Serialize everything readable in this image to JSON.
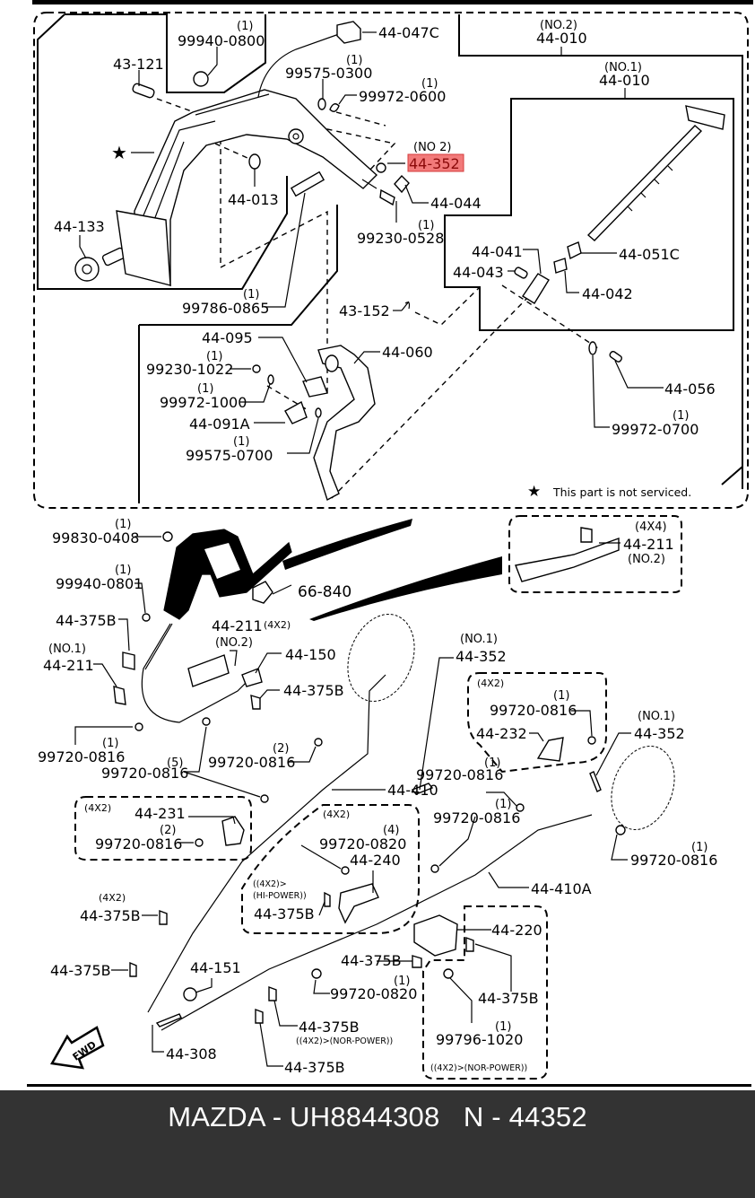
{
  "footer": {
    "brand": "MAZDA",
    "part_number": "UH8844308",
    "ref_code": "N - 44352",
    "caption": "MAZDA - UH8844308   N - 44352"
  },
  "highlight": {
    "label": "44-352",
    "qualifier": "(NO 2)",
    "color": "#f27a7a"
  },
  "note": {
    "star_icon": "star-icon",
    "text": "This part is not serviced."
  },
  "labels": {
    "p99940_0800": "99940-0800",
    "q99940_0800": "(1)",
    "p44_047c": "44-047C",
    "p43_121": "43-121",
    "p99575_0300": "99575-0300",
    "q99575_0300": "(1)",
    "p99972_0600": "99972-0600",
    "q99972_0600": "(1)",
    "p44_010_no2": "44-010",
    "q44_010_no2": "(NO.2)",
    "p44_010_no1": "44-010",
    "q44_010_no1": "(NO.1)",
    "p44_013": "44-013",
    "p44_044": "44-044",
    "p99230_0528": "99230-0528",
    "q99230_0528": "(1)",
    "p44_133": "44-133",
    "p44_041": "44-041",
    "p44_043": "44-043",
    "p44_051c": "44-051C",
    "p44_042": "44-042",
    "p99786_0865": "99786-0865",
    "q99786_0865": "(1)",
    "p43_152": "43-152",
    "p44_095": "44-095",
    "p99230_1022": "99230-1022",
    "q99230_1022": "(1)",
    "p99972_1000": "99972-1000",
    "q99972_1000": "(1)",
    "p44_091a": "44-091A",
    "p99575_0700": "99575-0700",
    "q99575_0700": "(1)",
    "p44_060": "44-060",
    "p44_056": "44-056",
    "p99972_0700": "99972-0700",
    "q99972_0700": "(1)",
    "p99830_0408": "99830-0408",
    "q99830_0408": "(1)",
    "p99940_0801": "99940-0801",
    "q99940_0801": "(1)",
    "p66_840": "66-840",
    "p44_211_4x4": "44-211",
    "q44_211_4x4_top": "(4X4)",
    "q44_211_4x4_bot": "(NO.2)",
    "p44_375b_a": "44-375B",
    "p44_211_no2": "44-211",
    "q44_211_no2_var": "(4X2)",
    "q44_211_no2": "(NO.2)",
    "p44_211_no1": "44-211",
    "q44_211_no1": "(NO.1)",
    "p44_150": "44-150",
    "p44_375b_b": "44-375B",
    "p44_352_no1a": "44-352",
    "q44_352_no1a": "(NO.1)",
    "p99720_0816_a": "99720-0816",
    "q99720_0816_a": "(1)",
    "p99720_0816_b": "99720-0816",
    "q99720_0816_b": "(5)",
    "p99720_0816_c": "99720-0816",
    "q99720_0816_c": "(2)",
    "box_4x2_a": "(4X2)",
    "p99720_0816_d": "99720-0816",
    "q99720_0816_d": "(1)",
    "p44_232": "44-232",
    "p44_352_no1b": "44-352",
    "q44_352_no1b": "(NO.1)",
    "p99720_0816_e": "99720-0816",
    "q99720_0816_e": "(1)",
    "p44_410": "44-410",
    "p99720_0816_f": "99720-0816",
    "q99720_0816_f": "(1)",
    "box_4x2_b": "(4X2)",
    "p44_231": "44-231",
    "p99720_0816_g": "99720-0816",
    "q99720_0816_g": "(2)",
    "box_4x2_c": "(4X2)",
    "p99720_0820_a": "99720-0820",
    "q99720_0820_a": "(4)",
    "p44_240": "44-240",
    "p99720_0816_h": "99720-0816",
    "q99720_0816_h": "(1)",
    "p44_410a": "44-410A",
    "q44_375b_c": "(4X2)",
    "p44_375b_c": "44-375B",
    "note_hipower_1": "((4X2)>",
    "note_hipower_2": "(HI-POWER))",
    "p44_375b_d": "44-375B",
    "p44_220": "44-220",
    "p44_375b_e": "44-375B",
    "p44_375b_f": "44-375B",
    "p44_151": "44-151",
    "p99720_0820_b": "99720-0820",
    "q99720_0820_b": "(1)",
    "p44_375b_g": "44-375B",
    "p99796_1020": "99796-1020",
    "q99796_1020": "(1)",
    "p44_375b_h": "44-375B",
    "note_norpower_a": "((4X2)>(NOR-POWER))",
    "p44_308": "44-308",
    "p44_375b_i": "44-375B",
    "note_norpower_b": "((4X2)>(NOR-POWER))",
    "fwd": "FWD"
  }
}
